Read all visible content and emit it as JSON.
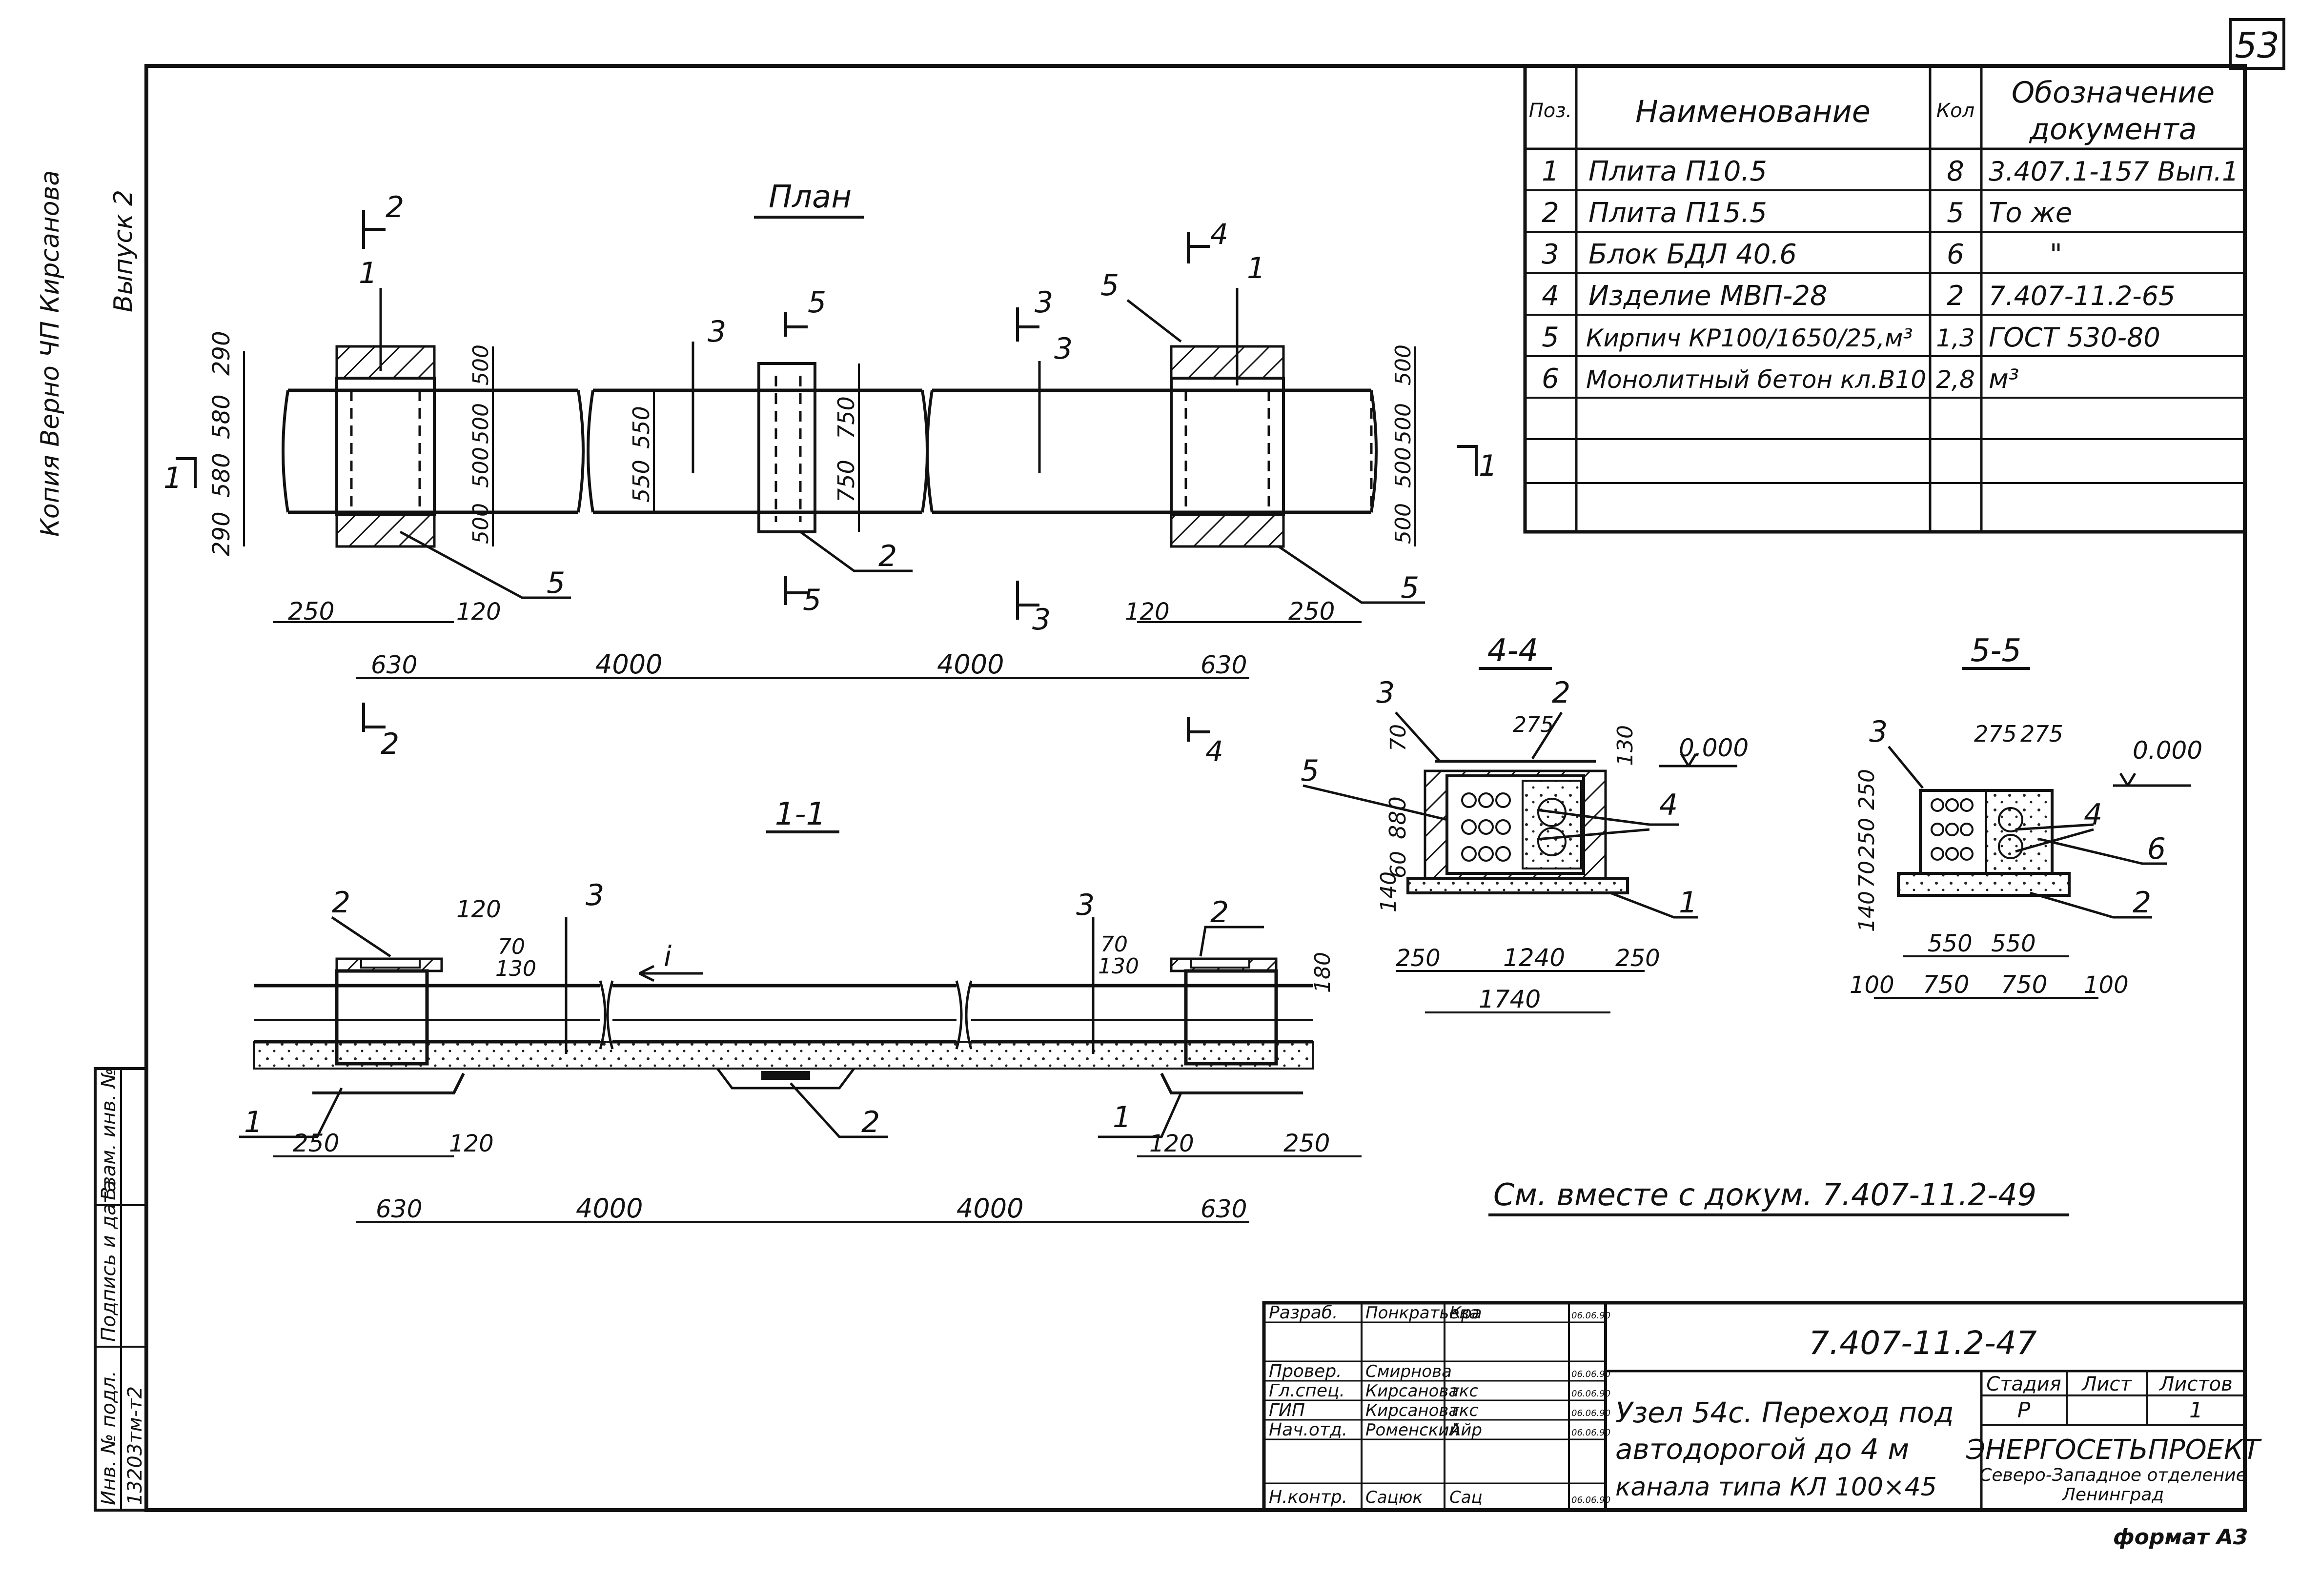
{
  "sheet": {
    "page_number": "53",
    "margin_note_top": "Копия  Верно  ЧП  Кирсанова",
    "issue_label": "Выпуск 2",
    "stamp_left": {
      "labels": [
        "Инв. № подл.",
        "Подпись и дата",
        "Взам. инв. №"
      ],
      "inventory_number": "13203тм-т2"
    },
    "format_label": "формат А3"
  },
  "spec_table": {
    "headers": {
      "pos": "Поз.",
      "name": "Наименование",
      "qty": "Кол",
      "doc_line1": "Обозначение",
      "doc_line2": "документа"
    },
    "rows": [
      {
        "pos": "1",
        "name": "Плита П10.5",
        "qty": "8",
        "doc": "3.407.1-157 Вып.1"
      },
      {
        "pos": "2",
        "name": "Плита П15.5",
        "qty": "5",
        "doc": "То же"
      },
      {
        "pos": "3",
        "name": "Блок БДЛ 40.6",
        "qty": "6",
        "doc": "\""
      },
      {
        "pos": "4",
        "name": "Изделие МВП-28",
        "qty": "2",
        "doc": "7.407-11.2-65"
      },
      {
        "pos": "5",
        "name": "Кирпич КР100/1650/25,м³",
        "qty": "1,3",
        "doc": "ГОСТ 530-80"
      },
      {
        "pos": "6",
        "name": "Монолитный бетон кл.В10",
        "qty": "2,8",
        "doc": "м³"
      }
    ]
  },
  "views": {
    "plan_title": "План",
    "section_1_title": "1-1",
    "section_4_title": "4-4",
    "section_5_title": "5-5",
    "see_also": "См. вместе с докум. 7.407-11.2-49",
    "plan_labels": {
      "cut2": "2",
      "cut4": "4",
      "cut5": "5",
      "cut3": "3",
      "cut1": "1",
      "pos1": "1",
      "pos2": "2",
      "pos3": "3",
      "pos5": "5",
      "d290": "290",
      "d580": "580",
      "d500": "500",
      "d550": "550",
      "d750": "750",
      "d250": "250",
      "d120": "120",
      "d630": "630",
      "d4000": "4000"
    },
    "section1_labels": {
      "d70": "70",
      "d130": "130",
      "d180": "180",
      "slope": "i"
    },
    "section4_labels": {
      "d275": "275",
      "d130": "130",
      "d880": "880",
      "d60": "60",
      "d140": "140",
      "d1240": "1240",
      "d1740": "1740",
      "level": "0.000",
      "d70": "70"
    },
    "section5_labels": {
      "d250": "250",
      "d100": "100",
      "level": "0.000",
      "p6": "6"
    }
  },
  "title_block": {
    "doc_code": "7.407-11.2-47",
    "title_lines": [
      "Узел 54с. Переход под",
      "автодорогой до 4 м",
      "канала типа КЛ 100×45"
    ],
    "roles": [
      {
        "role": "Разраб.",
        "name": "Понкратьева",
        "sign": "Кра",
        "date": "06.06.90"
      },
      {
        "role": "Провер.",
        "name": "Смирнова",
        "sign": "",
        "date": "06.06.90"
      },
      {
        "role": "Гл.спец.",
        "name": "Кирсанова",
        "sign": "ткс",
        "date": "06.06.90"
      },
      {
        "role": "ГИП",
        "name": "Кирсанова",
        "sign": "ткс",
        "date": "06.06.90"
      },
      {
        "role": "Нач.отд.",
        "name": "Роменский",
        "sign": "Айр",
        "date": "06.06.90"
      },
      {
        "role": "Н.контр.",
        "name": "Сацюк",
        "sign": "Сац",
        "date": "06.06.90"
      }
    ],
    "stage_header": "Стадия",
    "sheet_header": "Лист",
    "sheets_header": "Листов",
    "stage": "Р",
    "sheet": "",
    "sheets": "1",
    "org_line1": "ЭНЕРГОСЕТЬПРОЕКТ",
    "org_line2": "Северо-Западное отделение",
    "org_line3": "Ленинград"
  }
}
